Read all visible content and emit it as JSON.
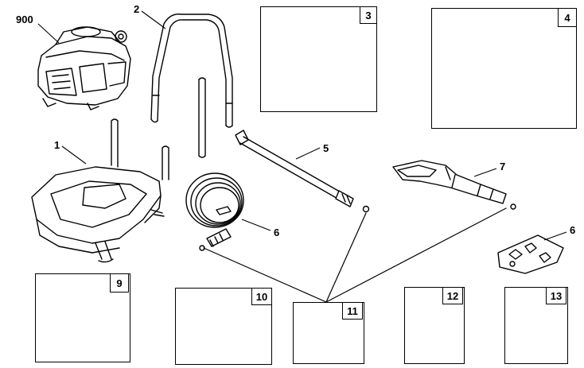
{
  "callouts": {
    "engine": "900",
    "frame": "1",
    "handle": "2",
    "wand": "5",
    "hose": "6",
    "gun": "7",
    "nozzles": "6"
  },
  "boxes": {
    "panel": "3",
    "pump": "4",
    "wheel": "9",
    "engine_hardware": "10",
    "thermal_relief": "11",
    "frame_hardware": "12",
    "handle_hardware": "13"
  }
}
